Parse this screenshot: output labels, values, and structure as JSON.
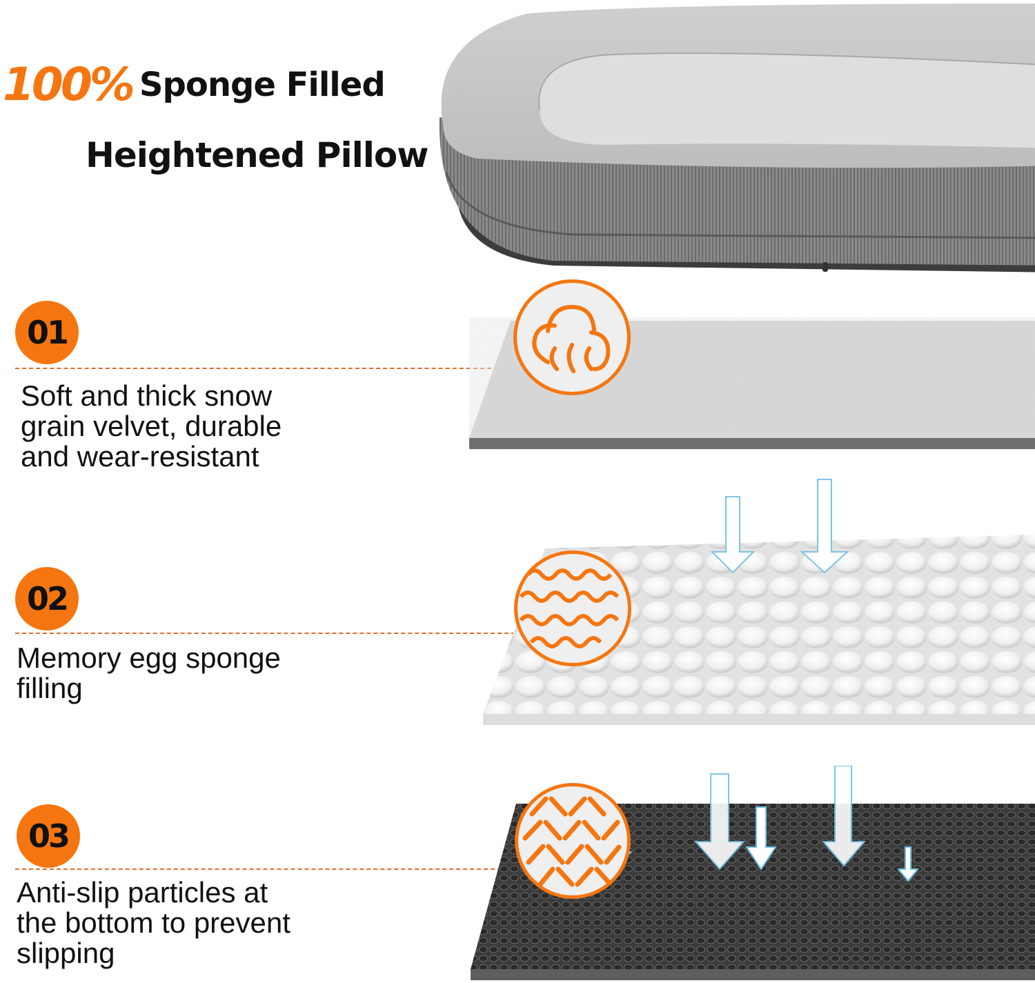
{
  "headline": {
    "percent": "100%",
    "line1": "Sponge Filled",
    "line2": "Heightened Pillow"
  },
  "colors": {
    "accent": "#f57610",
    "dash": "#e06a2a",
    "text": "#111111",
    "layer1": "#c9c9c9",
    "layer2": "#f4f4f4",
    "layer3": "#3e3e3e",
    "arrow_glow": "#5fb8e0"
  },
  "features": [
    {
      "number": "01",
      "lines": [
        "Soft and thick snow",
        "grain velvet, durable",
        "and wear-resistant"
      ],
      "icon": "cloud-steam-icon"
    },
    {
      "number": "02",
      "lines": [
        "Memory egg sponge",
        "filling"
      ],
      "icon": "wave-lines-icon"
    },
    {
      "number": "03",
      "lines": [
        "Anti-slip particles at",
        "the bottom to prevent",
        "slipping"
      ],
      "icon": "herringbone-pattern-icon"
    }
  ]
}
